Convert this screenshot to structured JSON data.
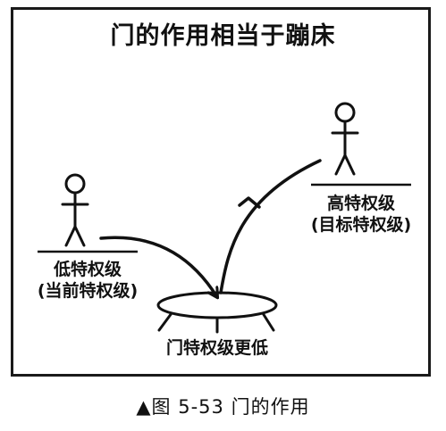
{
  "diagram": {
    "title": "门的作用相当于蹦床",
    "low_label": {
      "line1": "低特权级",
      "line2": "(当前特权级)"
    },
    "high_label": {
      "line1": "高特权级",
      "line2": "(目标特权级)"
    },
    "gate_label": "门特权级更低"
  },
  "caption": "▲图 5-53   门的作用"
}
